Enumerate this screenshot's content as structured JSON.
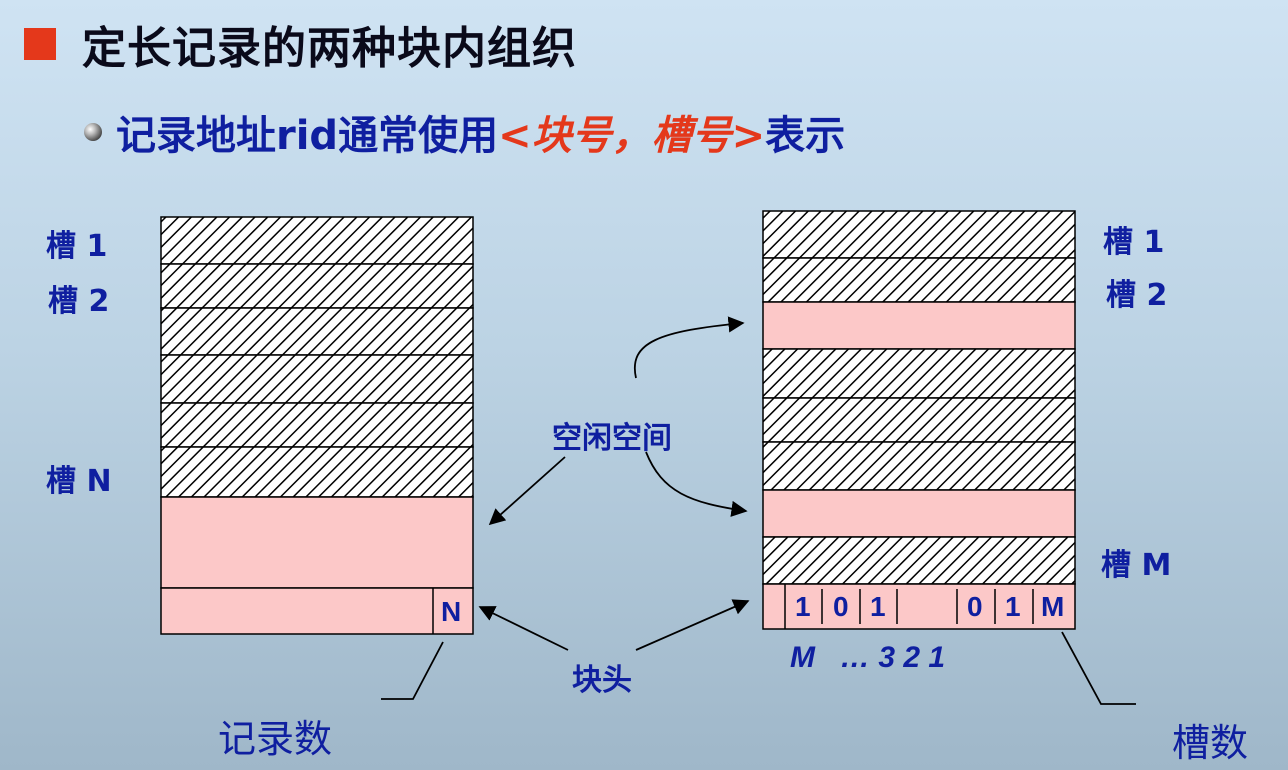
{
  "title": "定长记录的两种块内组织",
  "subtitle": {
    "prefix": "记录地址rid通常使用",
    "emphasis": "<块号，槽号>",
    "suffix": "表示"
  },
  "left_block": {
    "slot1_label": "槽 1",
    "slot2_label": "槽 2",
    "slotN_label": "槽 N",
    "header_value": "N",
    "record_count_label": "记录数"
  },
  "right_block": {
    "slot1_label": "槽 1",
    "slot2_label": "槽 2",
    "slotM_label": "槽 M",
    "bitmap_left": [
      "1",
      "0",
      "1"
    ],
    "bitmap_right": [
      "0",
      "1",
      "M"
    ],
    "index_row": "M   … 3 2 1",
    "slot_count_label": "槽数"
  },
  "free_space_label": "空闲空间",
  "block_header_label": "块头",
  "colors": {
    "free_fill": "#fcc8c8",
    "border": "#000000",
    "text_blue": "#0f1fa0",
    "accent_red": "#e4381b"
  }
}
